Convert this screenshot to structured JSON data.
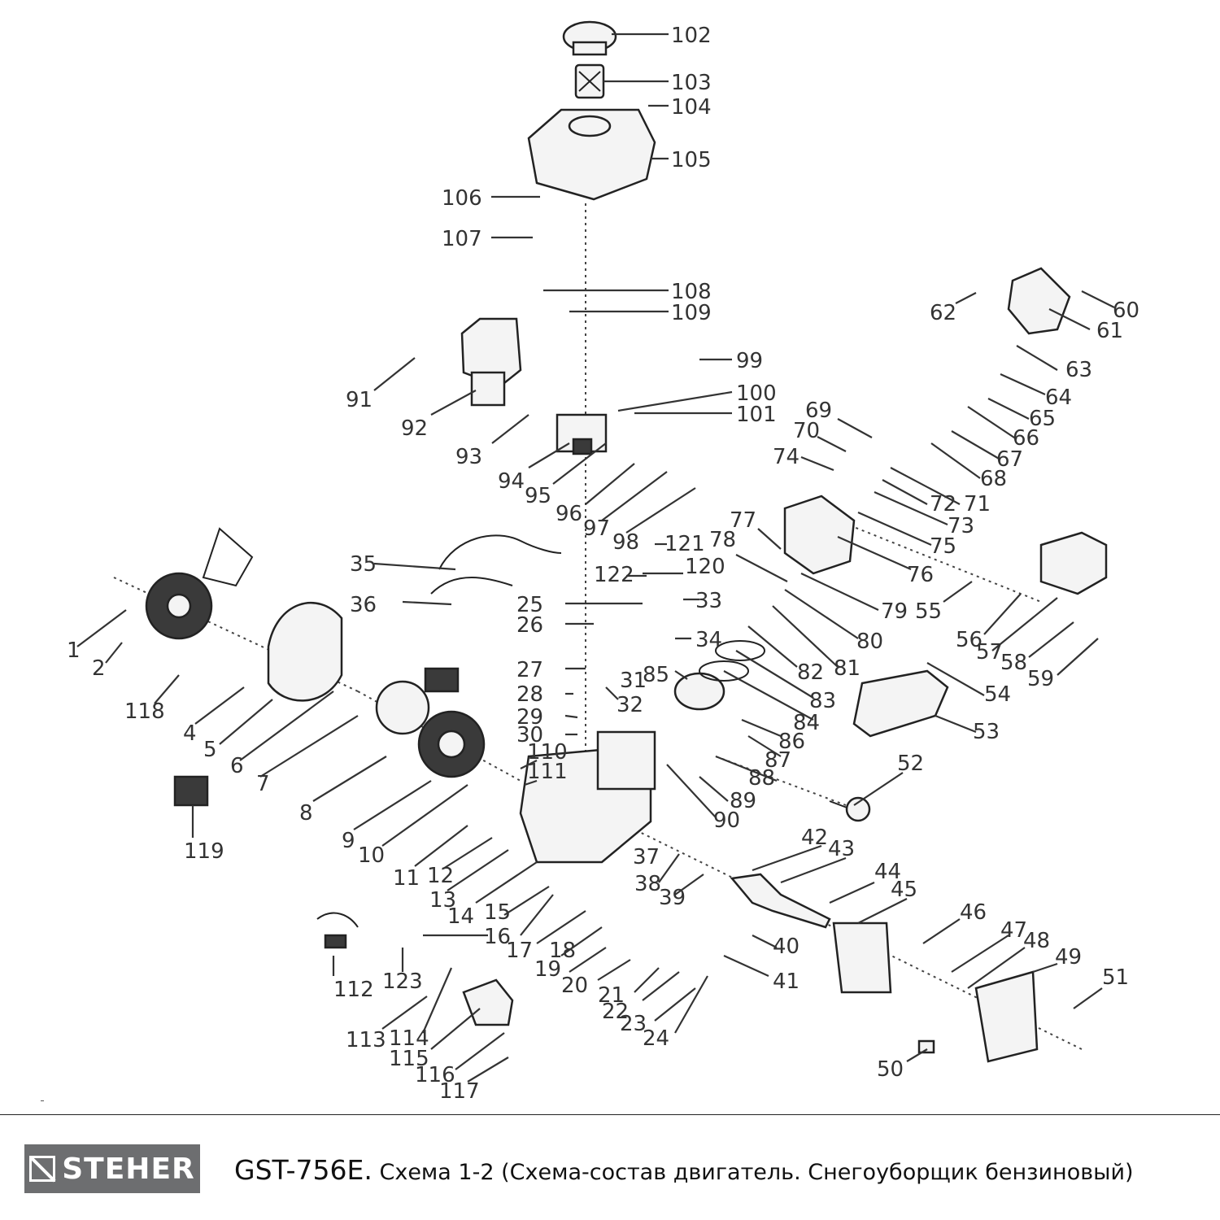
{
  "diagram": {
    "labels": {
      "l1": "1",
      "l2": "2",
      "l4": "4",
      "l5": "5",
      "l6": "6",
      "l7": "7",
      "l8": "8",
      "l9": "9",
      "l10": "10",
      "l11": "11",
      "l12": "12",
      "l13": "13",
      "l14": "14",
      "l15": "15",
      "l16": "16",
      "l17": "17",
      "l18": "18",
      "l19": "19",
      "l20": "20",
      "l21": "21",
      "l22": "22",
      "l23": "23",
      "l24": "24",
      "l25": "25",
      "l26": "26",
      "l27": "27",
      "l28": "28",
      "l29": "29",
      "l30": "30",
      "l31": "31",
      "l32": "32",
      "l33": "33",
      "l34": "34",
      "l35": "35",
      "l36": "36",
      "l37": "37",
      "l38": "38",
      "l39": "39",
      "l40": "40",
      "l41": "41",
      "l42": "42",
      "l43": "43",
      "l44": "44",
      "l45": "45",
      "l46": "46",
      "l47": "47",
      "l48": "48",
      "l49": "49",
      "l50": "50",
      "l51": "51",
      "l52": "52",
      "l53": "53",
      "l54": "54",
      "l55": "55",
      "l56": "56",
      "l57": "57",
      "l58": "58",
      "l59": "59",
      "l60": "60",
      "l61": "61",
      "l62": "62",
      "l63": "63",
      "l64": "64",
      "l65": "65",
      "l66": "66",
      "l67": "67",
      "l68": "68",
      "l69": "69",
      "l70": "70",
      "l71": "71",
      "l72": "72",
      "l73": "73",
      "l74": "74",
      "l75": "75",
      "l76": "76",
      "l77": "77",
      "l78": "78",
      "l79": "79",
      "l80": "80",
      "l81": "81",
      "l82": "82",
      "l83": "83",
      "l84": "84",
      "l85": "85",
      "l86": "86",
      "l87": "87",
      "l88": "88",
      "l89": "89",
      "l90": "90",
      "l91": "91",
      "l92": "92",
      "l93": "93",
      "l94": "94",
      "l95": "95",
      "l96": "96",
      "l97": "97",
      "l98": "98",
      "l99": "99",
      "l100": "100",
      "l101": "101",
      "l102": "102",
      "l103": "103",
      "l104": "104",
      "l105": "105",
      "l106": "106",
      "l107": "107",
      "l108": "108",
      "l109": "109",
      "l110": "110",
      "l111": "111",
      "l112": "112",
      "l113": "113",
      "l114": "114",
      "l115": "115",
      "l116": "116",
      "l117": "117",
      "l118": "118",
      "l119": "119",
      "l120": "120",
      "l121": "121",
      "l122": "122",
      "l123": "123"
    }
  },
  "footer": {
    "brand": "STEHER",
    "model": "GST-756E.",
    "caption": "Схема 1-2 (Схема-состав двигатель. Снегоуборщик бензиновый)"
  }
}
